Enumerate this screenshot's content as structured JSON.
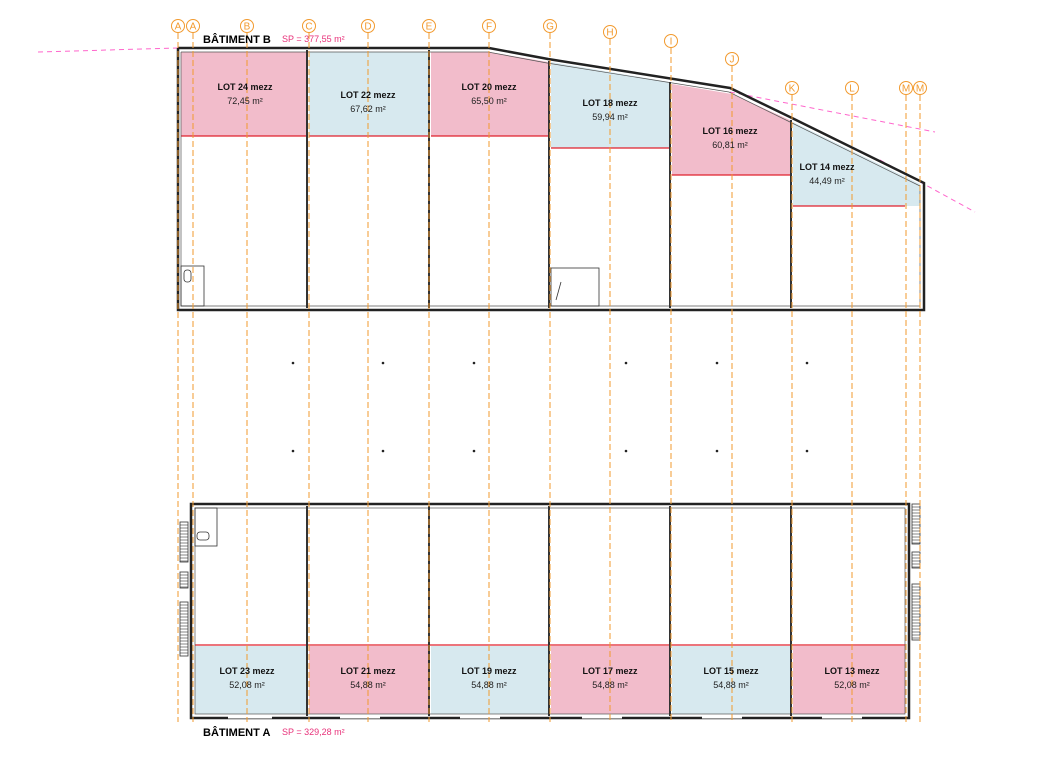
{
  "colors": {
    "pink_fill": "#f2bccb",
    "blue_fill": "#d7e9ef",
    "mezz_line": "#e0202c",
    "grid_axis": "#f29a2e",
    "property_line": "#ff66cc",
    "wall": "#222222",
    "surface_text": "#e8327a"
  },
  "grid_labels": [
    "A",
    "A",
    "B",
    "C",
    "D",
    "E",
    "F",
    "G",
    "H",
    "I",
    "J",
    "K",
    "L",
    "M",
    "M"
  ],
  "building_b": {
    "name": "BÂTIMENT B",
    "sp": "SP = 377,55 m²",
    "lots": [
      {
        "name": "LOT 24 mezz",
        "area": "72,45 m²",
        "fill": "pink"
      },
      {
        "name": "LOT 22 mezz",
        "area": "67,62 m²",
        "fill": "blue"
      },
      {
        "name": "LOT 20 mezz",
        "area": "65,50 m²",
        "fill": "pink"
      },
      {
        "name": "LOT 18 mezz",
        "area": "59,94 m²",
        "fill": "blue"
      },
      {
        "name": "LOT 16 mezz",
        "area": "60,81 m²",
        "fill": "pink"
      },
      {
        "name": "LOT 14 mezz",
        "area": "44,49 m²",
        "fill": "blue"
      }
    ]
  },
  "building_a": {
    "name": "BÂTIMENT A",
    "sp": "SP = 329,28 m²",
    "lots": [
      {
        "name": "LOT 23 mezz",
        "area": "52,08 m²",
        "fill": "blue"
      },
      {
        "name": "LOT 21 mezz",
        "area": "54,88 m²",
        "fill": "pink"
      },
      {
        "name": "LOT 19 mezz",
        "area": "54,88 m²",
        "fill": "blue"
      },
      {
        "name": "LOT 17 mezz",
        "area": "54,88 m²",
        "fill": "pink"
      },
      {
        "name": "LOT 15 mezz",
        "area": "54,88 m²",
        "fill": "blue"
      },
      {
        "name": "LOT 13 mezz",
        "area": "52,08 m²",
        "fill": "pink"
      }
    ]
  }
}
